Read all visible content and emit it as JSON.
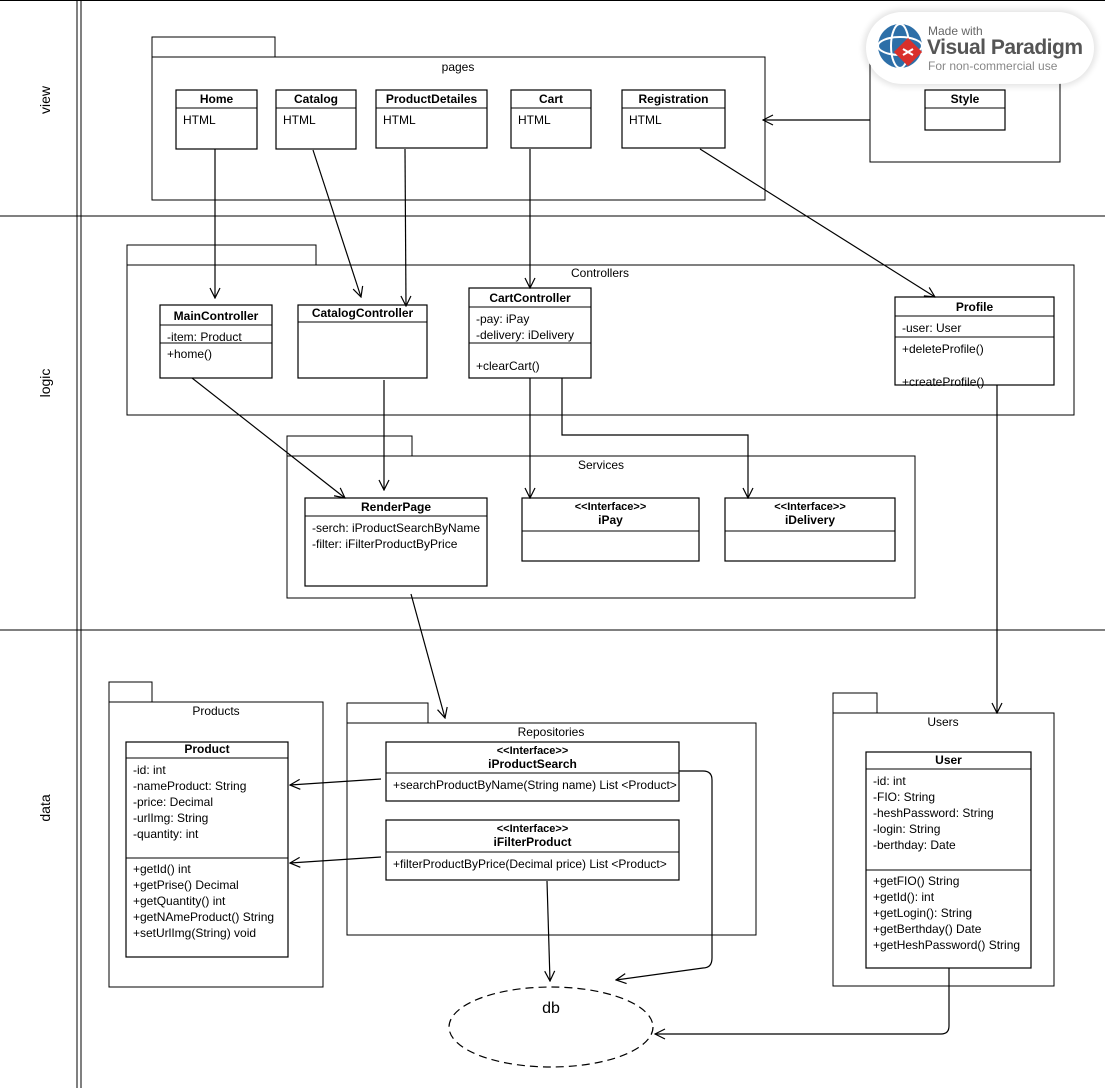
{
  "lanes": [
    "view",
    "logic",
    "data"
  ],
  "packages": {
    "pages": "pages",
    "controllers": "Controllers",
    "services": "Services",
    "products": "Products",
    "repositories": "Repositories",
    "users": "Users"
  },
  "classes": {
    "home": {
      "name": "Home",
      "body": [
        "HTML"
      ]
    },
    "catalog": {
      "name": "Catalog",
      "body": [
        "HTML"
      ]
    },
    "product_detailes": {
      "name": "ProductDetailes",
      "body": [
        "HTML"
      ]
    },
    "cart": {
      "name": "Cart",
      "body": [
        "HTML"
      ]
    },
    "registration": {
      "name": "Registration",
      "body": [
        "HTML"
      ]
    },
    "style": {
      "name": "Style"
    },
    "main_controller": {
      "name": "MainController",
      "attrs": [
        "-item: Product"
      ],
      "ops": [
        "+home()"
      ]
    },
    "catalog_controller": {
      "name": "CatalogController"
    },
    "cart_controller": {
      "name": "CartController",
      "attrs": [
        "-pay: iPay",
        "-delivery: iDelivery"
      ],
      "ops": [
        "+clearCart()"
      ]
    },
    "profile": {
      "name": "Profile",
      "attrs": [
        "-user: User"
      ],
      "ops": [
        "+deleteProfile()",
        "+createProfile()"
      ]
    },
    "render_page": {
      "name": "RenderPage",
      "attrs": [
        "-serch: iProductSearchByName",
        "-filter: iFilterProductByPrice"
      ]
    },
    "ipay": {
      "stereotype": "<<Interface>>",
      "name": "iPay"
    },
    "idelivery": {
      "stereotype": "<<Interface>>",
      "name": "iDelivery"
    },
    "product": {
      "name": "Product",
      "attrs": [
        "-id: int",
        "-nameProduct: String",
        "-price: Decimal",
        "-urlImg: String",
        "-quantity: int"
      ],
      "ops": [
        "+getId() int",
        "+getPrise() Decimal",
        "+getQuantity() int",
        "+getNAmeProduct() String",
        "+setUrlImg(String) void"
      ]
    },
    "iproduct_search": {
      "stereotype": "<<Interface>>",
      "name": "iProductSearch",
      "ops": [
        "+searchProductByName(String name) List <Product>"
      ]
    },
    "ifilter_product": {
      "stereotype": "<<Interface>>",
      "name": "iFilterProduct",
      "ops": [
        "+filterProductByPrice(Decimal price) List <Product>"
      ]
    },
    "user": {
      "name": "User",
      "attrs": [
        "-id: int",
        "-FIO: String",
        "-heshPassword: String",
        "-login: String",
        "-berthday: Date"
      ],
      "ops": [
        "+getFIO() String",
        "+getId(): int",
        "+getLogin(): String",
        "+getBerthday() Date",
        "+getHeshPassword() String"
      ]
    }
  },
  "db": "db",
  "watermark": {
    "line1": "Made with",
    "line2": "Visual Paradigm",
    "line3": "For non-commercial use"
  }
}
